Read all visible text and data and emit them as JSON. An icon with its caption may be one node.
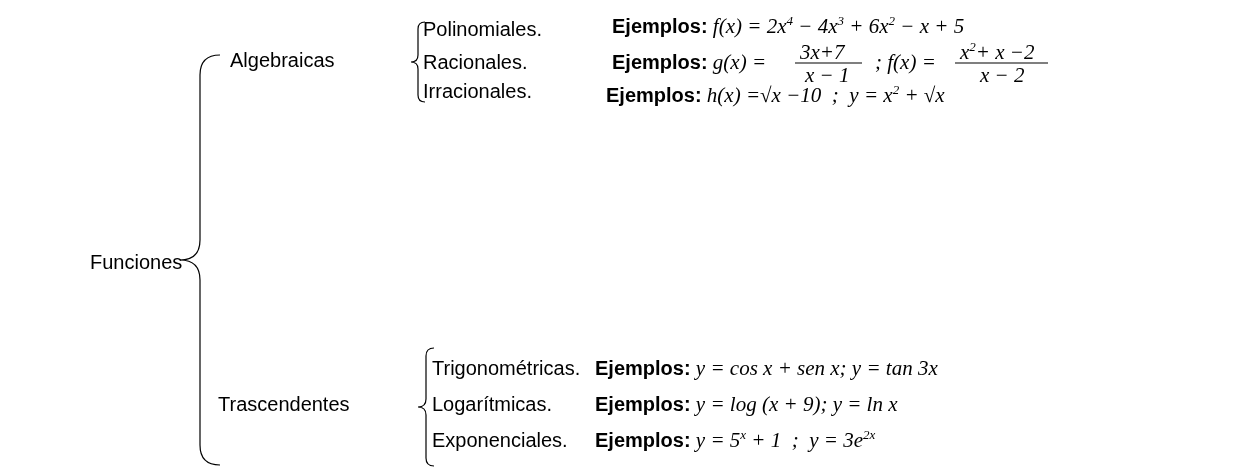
{
  "diagram": {
    "labels": [
      "Funciones",
      "Algebraicas",
      "Polinomiales.",
      "**Ejemplos:** f(x) = 2x$^{4}$ − 4x$^{3}$ + 6x$^{2}$ − x + 5",
      "Racionales.",
      "**Ejemplos:** g(x) =",
      "3x+7",
      "x − 1",
      "; f(x) =",
      "x$^{2}$+ x −2",
      "x − 2",
      "Irracionales.",
      "**Ejemplos:** h(x) =√x −10  ;  y = x$^{2}$ + √x",
      "Trascendentes",
      "Trigonométricas.",
      "**Ejemplos:** y = cos x + sen x; y = tan 3x",
      "Logarítmicas.",
      "**Ejemplos:** y = log (x + 9); y = ln x",
      "Exponenciales.",
      "**Ejemplos:** y = 5$^{x}$ + 1  ;  y = 3e$^{2x}$"
    ]
  }
}
